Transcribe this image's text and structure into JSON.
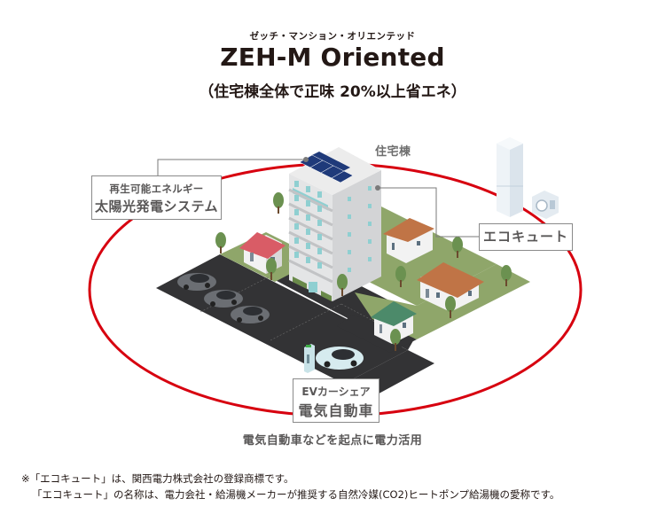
{
  "header": {
    "kana_reading": "ゼッチ・マンション・オリエンテッド",
    "title": "ZEH-M Oriented",
    "subtitle": "（住宅棟全体で正味 20%以上省エネ）"
  },
  "diagram": {
    "apartment_label": "住宅棟",
    "solar_box": {
      "line1": "再生可能エネルギー",
      "line2": "太陽光発電システム"
    },
    "ecocute_box": {
      "label": "エコキュート"
    },
    "ev_box": {
      "line1": "EVカーシェア",
      "line2": "電気自動車"
    },
    "caption": "電気自動車などを起点に電力活用",
    "colors": {
      "ellipse": "#d7000f",
      "asphalt": "#333335",
      "grass": "#8fa66a",
      "solar_panel": "#1f3a7a",
      "building": "#e8e9ea",
      "leader_line": "#7a7a7a"
    },
    "icons": [
      "solar-panel-icon",
      "apartment-building-icon",
      "ecocute-heat-pump-icon",
      "house-icon",
      "car-icon",
      "ev-charger-icon",
      "tree-icon"
    ]
  },
  "notes": {
    "line1": "※「エコキュート」は、関西電力株式会社の登録商標です。",
    "line2": "「エコキュート」の名称は、電力会社・給湯機メーカーが推奨する自然冷媒(CO2)ヒートポンプ給湯機の愛称です。"
  }
}
